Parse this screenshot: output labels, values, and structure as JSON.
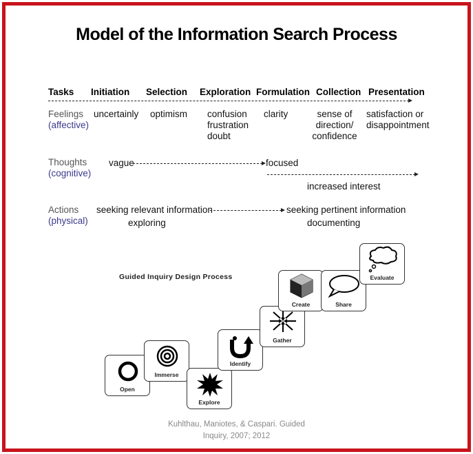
{
  "title": "Model of the Information Search Process",
  "headers": [
    "Tasks",
    "Initiation",
    "Selection",
    "Exploration",
    "Formulation",
    "Collection",
    "Presentation"
  ],
  "rows": {
    "feelings": {
      "label": "Feelings",
      "sublabel": "(affective)",
      "cells": [
        "uncertainly",
        "optimism",
        "confusion\nfrustration\ndoubt",
        "clarity",
        "sense of\ndirection/\nconfidence",
        "satisfaction or\ndisappointment"
      ]
    },
    "thoughts": {
      "label": "Thoughts",
      "sublabel": "(cognitive)",
      "start": "vague",
      "end": "focused",
      "lower": "increased interest"
    },
    "actions": {
      "label": "Actions",
      "sublabel": "(physical)",
      "start": "seeking relevant information",
      "start_sub": "exploring",
      "end": "seeking pertinent information",
      "end_sub": "documenting"
    }
  },
  "gid": {
    "title": "Guided Inquiry Design Process",
    "steps": [
      {
        "label": "Open",
        "icon": "ring-icon"
      },
      {
        "label": "Immerse",
        "icon": "target-icon"
      },
      {
        "label": "Explore",
        "icon": "starburst-icon"
      },
      {
        "label": "Identify",
        "icon": "u-turn-arrow-icon"
      },
      {
        "label": "Gather",
        "icon": "arrows-inward-icon"
      },
      {
        "label": "Create",
        "icon": "hexagon-cube-icon"
      },
      {
        "label": "Share",
        "icon": "speech-bubble-icon"
      },
      {
        "label": "Evaluate",
        "icon": "thought-bubble-icon"
      }
    ]
  },
  "credit": {
    "line1": "Kuhlthau, Maniotes, & Caspari. Guided",
    "line2": "Inquiry, 2007; 2012"
  },
  "colors": {
    "border": "#c8141c",
    "label": "#555555",
    "sublabel": "#3a3a8c",
    "credit": "#888888"
  }
}
